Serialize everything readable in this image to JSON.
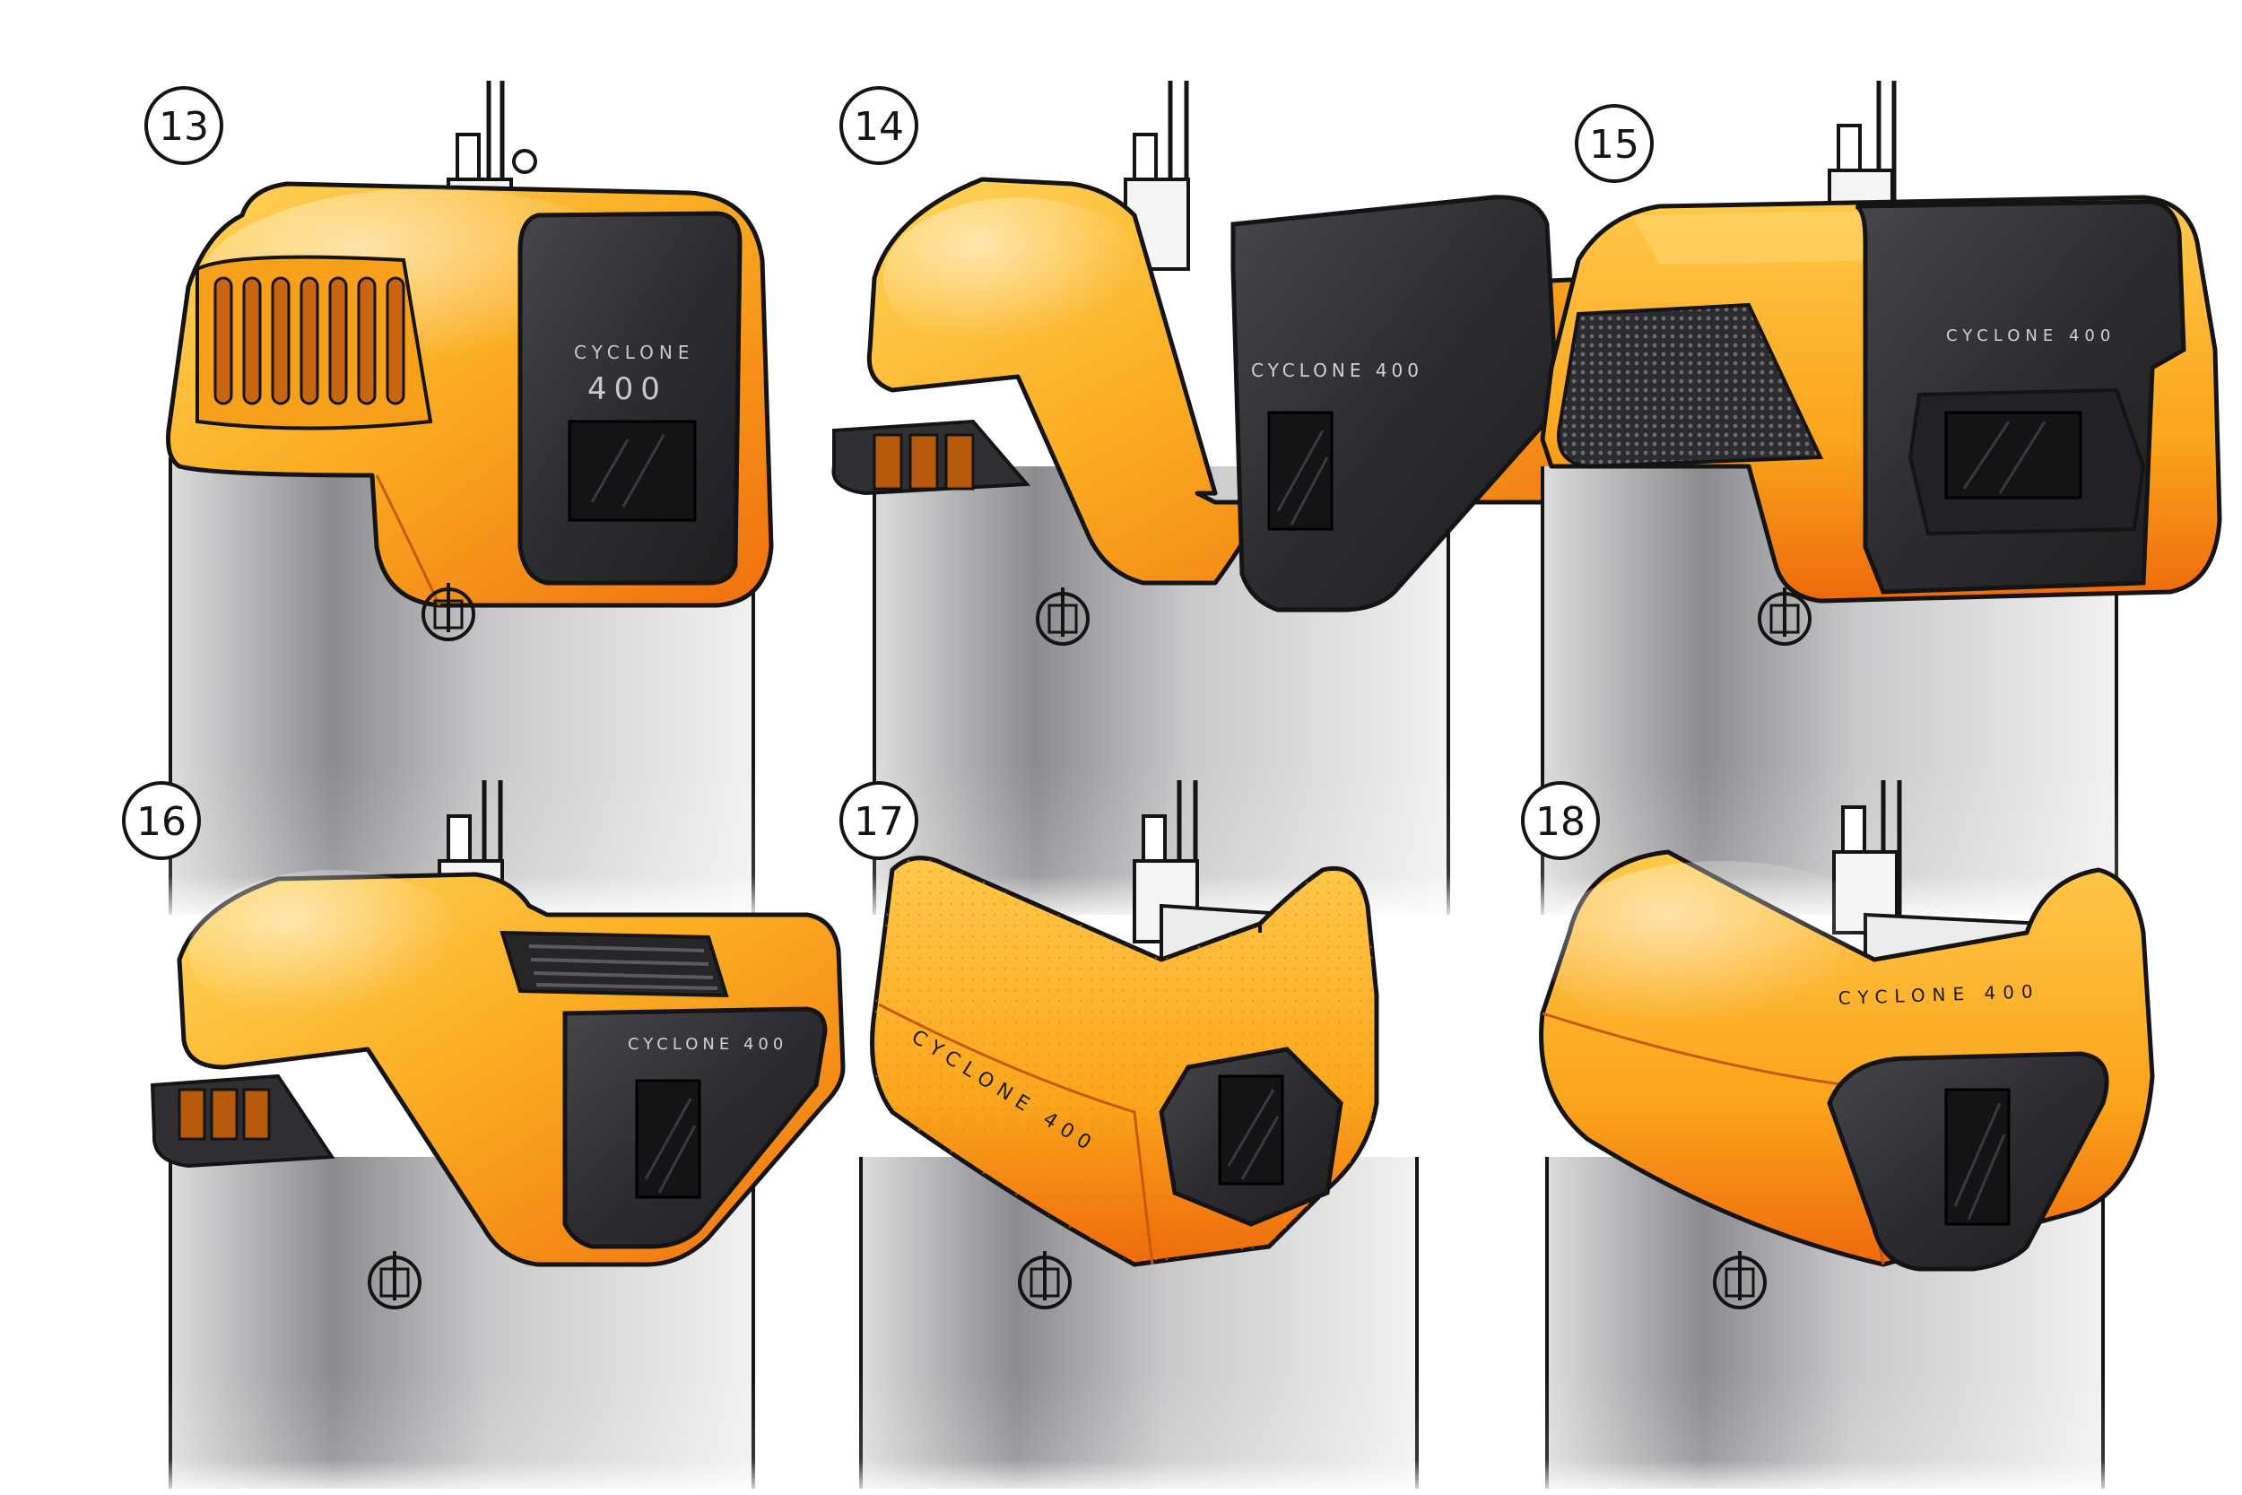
{
  "colors": {
    "background": "#ffffff",
    "orange_light": "#ffc23a",
    "orange_main": "#fba51c",
    "orange_dark": "#f06f0e",
    "panel_dark": "#2b2b2e",
    "panel_mid": "#404045",
    "stand_light": "#e7e7e9",
    "stand_shadow": "#8e8e92",
    "line": "#141414"
  },
  "concepts": [
    {
      "number": "13",
      "brand": "CYCLONE",
      "model": "400",
      "front_grille": "vertical-slots",
      "shell": "rounded-box"
    },
    {
      "number": "14",
      "brand": "CYCLONE 400",
      "model": "",
      "front_grille": "side-louvers-with-tray",
      "shell": "v-sweep"
    },
    {
      "number": "15",
      "brand": "CYCLONE 400",
      "model": "",
      "front_grille": "mesh",
      "shell": "faceted-box"
    },
    {
      "number": "16",
      "brand": "CYCLONE 400",
      "model": "",
      "front_grille": "side-louvers-with-tray",
      "shell": "v-sweep-top-vent"
    },
    {
      "number": "17",
      "brand": "CYCLONE 400",
      "model": "",
      "front_grille": "none",
      "shell": "hex-window-saddle"
    },
    {
      "number": "18",
      "brand": "CYCLONE 400",
      "model": "",
      "front_grille": "none",
      "shell": "smooth-saddle"
    }
  ],
  "icons": {
    "number_badge": "circled-number-icon",
    "dial": "lock-dial-icon",
    "display": "display-window-icon",
    "mast": "pump-mast-icon"
  }
}
